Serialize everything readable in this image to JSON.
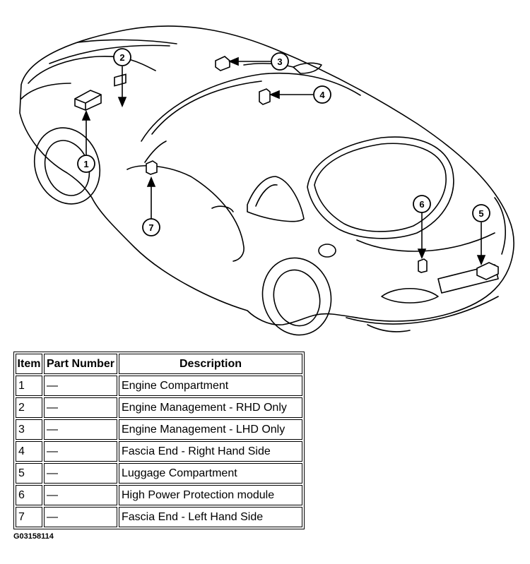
{
  "callouts": [
    {
      "number": "1",
      "label": "Engine Compartment"
    },
    {
      "number": "2",
      "label": "Engine Management - RHD Only"
    },
    {
      "number": "3",
      "label": "Engine Management - LHD Only"
    },
    {
      "number": "4",
      "label": "Fascia End - Right Hand Side"
    },
    {
      "number": "5",
      "label": "Luggage Compartment"
    },
    {
      "number": "6",
      "label": "High Power Protection module"
    },
    {
      "number": "7",
      "label": "Fascia End - Left Hand Side"
    }
  ],
  "table": {
    "headers": {
      "item": "Item",
      "part_number": "Part Number",
      "description": "Description"
    },
    "rows": [
      {
        "item": "1",
        "part_number": "—",
        "description": "Engine Compartment"
      },
      {
        "item": "2",
        "part_number": "—",
        "description": "Engine Management - RHD Only"
      },
      {
        "item": "3",
        "part_number": "—",
        "description": "Engine Management - LHD Only"
      },
      {
        "item": "4",
        "part_number": "—",
        "description": "Fascia End - Right Hand Side"
      },
      {
        "item": "5",
        "part_number": "—",
        "description": "Luggage Compartment"
      },
      {
        "item": "6",
        "part_number": "—",
        "description": "High Power Protection module"
      },
      {
        "item": "7",
        "part_number": "—",
        "description": "Fascia End - Left Hand Side"
      }
    ]
  },
  "figure_code": "G03158114"
}
